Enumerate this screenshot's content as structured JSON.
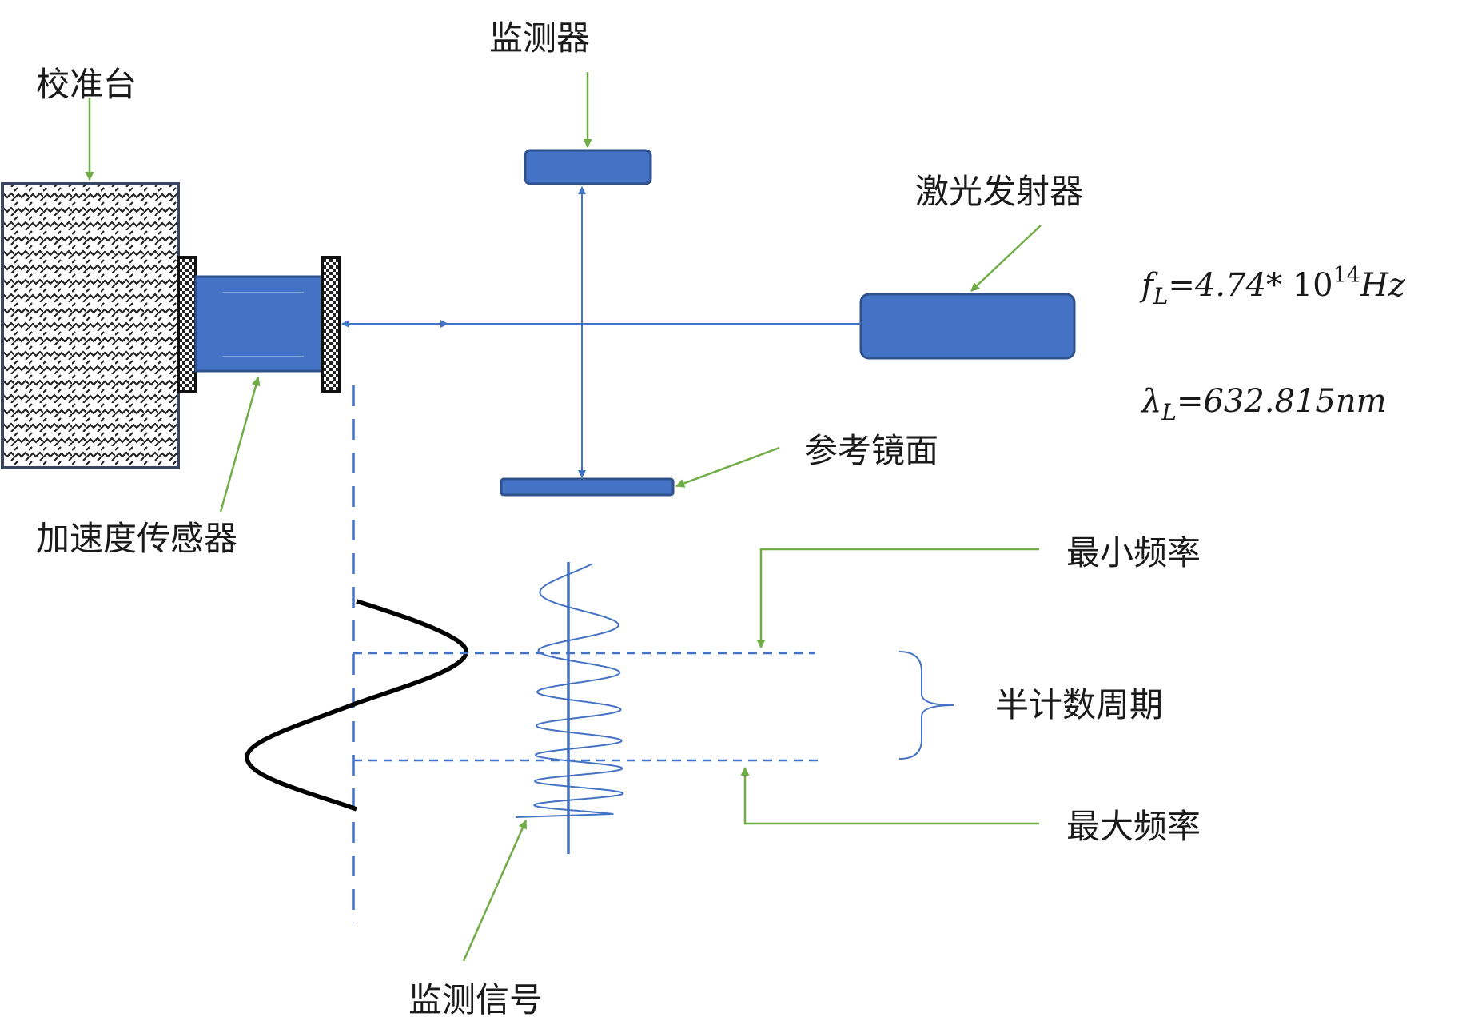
{
  "labels": {
    "calibration_table": "校准台",
    "monitor": "监测器",
    "laser_emitter": "激光发射器",
    "reference_mirror": "参考镜面",
    "accelerometer": "加速度传感器",
    "min_frequency": "最小频率",
    "half_count_period": "半计数周期",
    "max_frequency": "最大频率",
    "monitor_signal": "监测信号"
  },
  "formulas": {
    "frequency": {
      "symbol": "f",
      "subscript": "L",
      "eq_text": "=4.74* ",
      "mantissa": "10",
      "exponent": "14",
      "unit": "Hz"
    },
    "wavelength": {
      "symbol": "λ",
      "subscript": "L",
      "eq_text": "=632.815nm"
    }
  },
  "colors": {
    "component_fill": "#4472c4",
    "component_stroke": "#2f528f",
    "beam": "#4472c4",
    "pointer_arrow": "#70ad47",
    "waveform": "#000000",
    "outline": "#3a4660"
  }
}
